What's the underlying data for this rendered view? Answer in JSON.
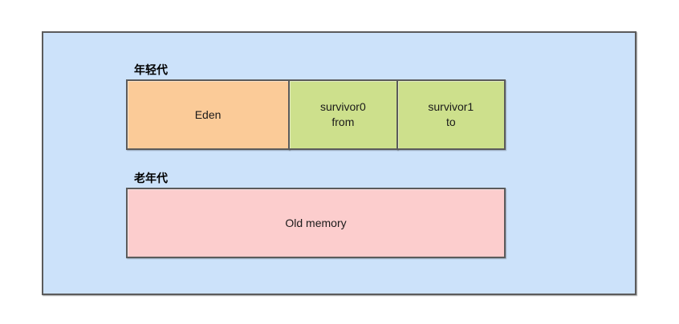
{
  "labels": {
    "young": "年轻代",
    "old": "老年代"
  },
  "regions": {
    "eden": {
      "label": "Eden"
    },
    "survivor0": {
      "line1": "survivor0",
      "line2": "from"
    },
    "survivor1": {
      "line1": "survivor1",
      "line2": "to"
    },
    "old": {
      "label": "Old memory"
    }
  },
  "colors": {
    "canvas_bg": "#ffffff",
    "heap_bg": "#cce2fa",
    "eden_fill": "#fbcb98",
    "survivor_fill": "#cde08c",
    "old_fill": "#fccdcd",
    "border": "#5b5b5b",
    "text": "#1a1a1a",
    "label_text": "#000000"
  }
}
